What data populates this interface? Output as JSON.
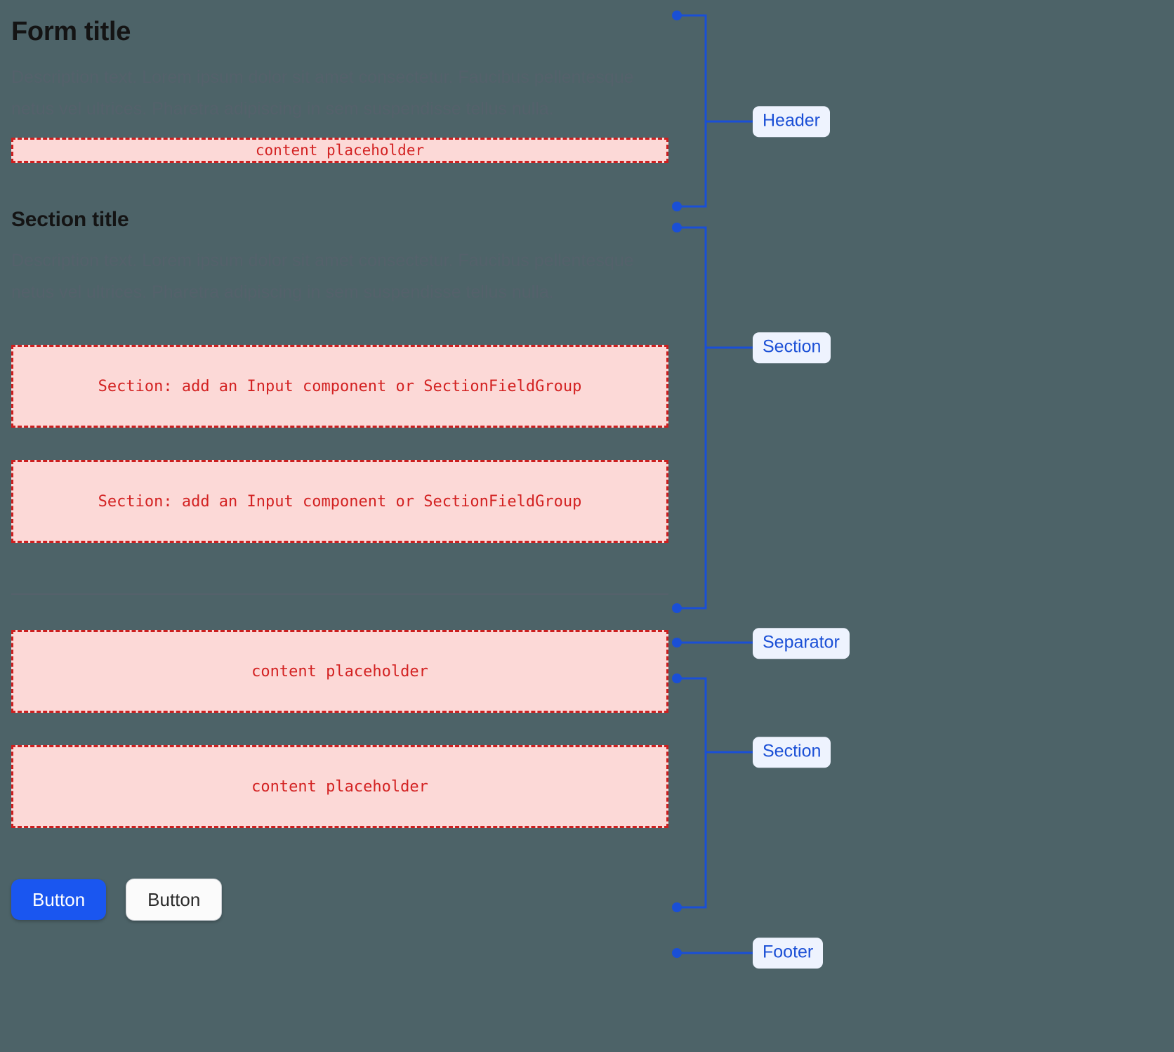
{
  "page": {
    "background_color": "#4d6368",
    "accent_blue": "#1a4fd6",
    "placeholder_red": "#d32222",
    "placeholder_fill": "#fcd9d7"
  },
  "form": {
    "title": "Form title",
    "header_description": "Description text. Lorem ipsum dolor sit amet consectetur. Faucibus pellentesque netus vel ultrices. Pharetra adipiscing in sem suspendisse tellus nulla.",
    "header_placeholder": "content placeholder",
    "section_title": "Section title",
    "section_description": "Description text. Lorem ipsum dolor sit amet consectetur. Faucibus pellentesque netus vel ultrices. Pharetra adipiscing in sem suspendisse tellus nulla.",
    "section_placeholder_1": "Section: add an Input component or SectionFieldGroup",
    "section_placeholder_2": "Section: add an Input component or SectionFieldGroup",
    "content_placeholder_1": "content placeholder",
    "content_placeholder_2": "content placeholder"
  },
  "footer": {
    "primary_button": "Button",
    "secondary_button": "Button"
  },
  "annotations": {
    "header": "Header",
    "section_upper": "Section",
    "separator": "Separator",
    "section_lower": "Section",
    "footer": "Footer"
  }
}
